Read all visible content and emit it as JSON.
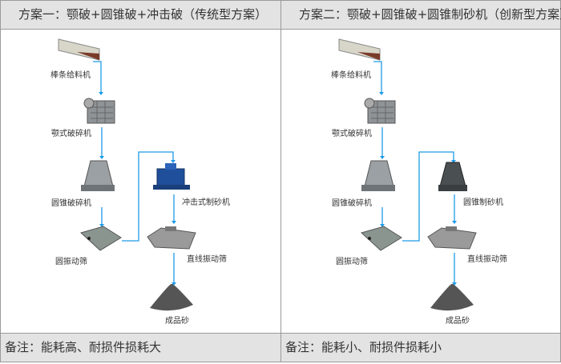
{
  "accent_color": "#1e9be8",
  "plans": [
    {
      "title": "方案一：颚破+圆锥破+冲击破（传统型方案）",
      "note": "备注：能耗高、耐损件损耗大",
      "equipment": {
        "feeder": "棒条给料机",
        "jaw": "颚式破碎机",
        "cone": "圆锥破碎机",
        "circular_screen": "圆振动筛",
        "sand_maker": "冲击式制砂机",
        "linear_screen": "直线振动筛",
        "product": "成品砂"
      }
    },
    {
      "title": "方案二：颚破+圆锥破+圆锥制砂机（创新型方案）",
      "note": "备注：能耗小、耐损件损耗小",
      "equipment": {
        "feeder": "棒条给料机",
        "jaw": "颚式破碎机",
        "cone": "圆锥破碎机",
        "circular_screen": "圆振动筛",
        "sand_maker": "圆锥制砂机",
        "linear_screen": "直线振动筛",
        "product": "成品砂"
      }
    }
  ]
}
